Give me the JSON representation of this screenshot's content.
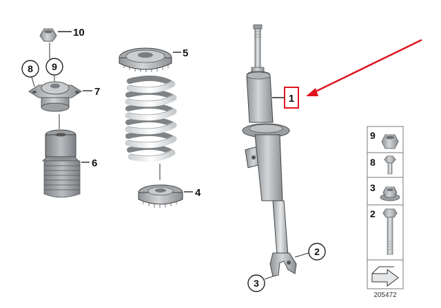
{
  "callouts": {
    "p1": "1",
    "p2": "2",
    "p3": "3",
    "p4": "4",
    "p5": "5",
    "p6": "6",
    "p7": "7",
    "p8": "8",
    "p9": "9",
    "p10": "10"
  },
  "legend": {
    "items": [
      "9",
      "8",
      "3",
      "2"
    ]
  },
  "diagram_id": "205472",
  "colors": {
    "highlight": "#e0141e",
    "part_gray": "#b8bcbf",
    "part_dark": "#8e9296",
    "spring": "#f4f4f4",
    "outline": "#3a3a3a"
  }
}
